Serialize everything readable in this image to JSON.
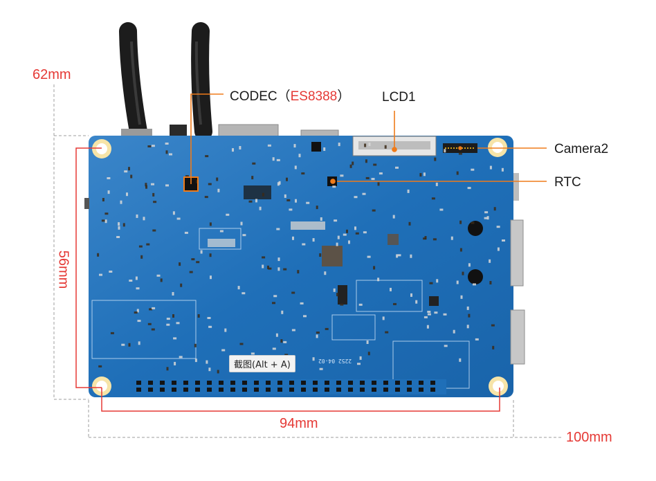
{
  "labels": {
    "codec_prefix": "CODEC（",
    "codec_chip": "ES8388",
    "codec_suffix": "）",
    "lcd": "LCD1",
    "camera": "Camera2",
    "rtc": "RTC"
  },
  "dimensions": {
    "height_outer": "62mm",
    "height_inner": "56mm",
    "width_inner": "94mm",
    "width_outer": "100mm"
  },
  "board_silkscreen": {
    "mid_code": "2252 04-02"
  },
  "tooltip": "截图(Alt + A)",
  "colors": {
    "board": "#1f6fb8",
    "callout_line": "#ef7b1a",
    "dimension_red": "#e53935",
    "dashed_line": "#9e9e9e"
  }
}
